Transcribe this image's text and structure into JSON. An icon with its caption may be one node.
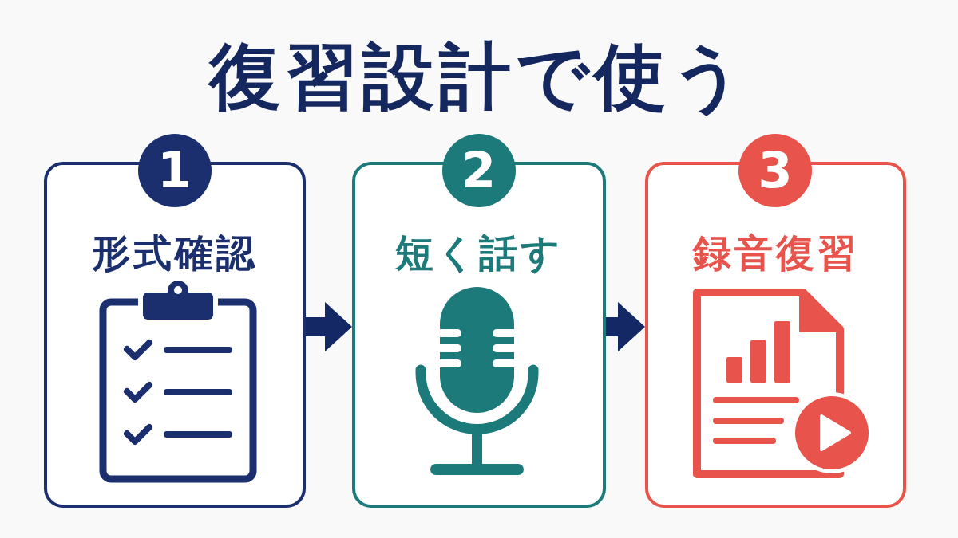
{
  "diagram": {
    "title": "復習設計で使う",
    "nodes": [
      {
        "text": [
          "1",
          "形式確認"
        ]
      },
      {
        "text": [
          "2",
          "短く話す"
        ]
      },
      {
        "text": [
          "3",
          "録音復習"
        ]
      }
    ],
    "edges": [
      {
        "from": 0,
        "to": 1,
        "arrow": "to"
      },
      {
        "from": 1,
        "to": 2,
        "arrow": "to"
      }
    ]
  }
}
